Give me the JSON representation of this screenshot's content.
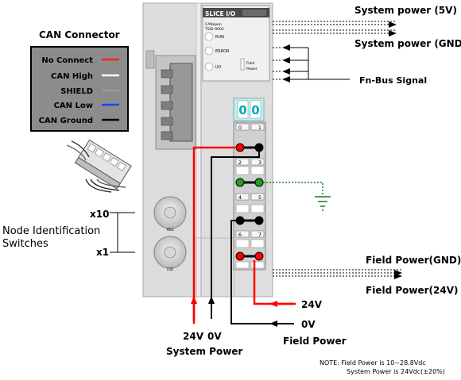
{
  "connector": {
    "title": "CAN Connector",
    "legend": [
      {
        "label": "No Connect",
        "color": "#ff2020"
      },
      {
        "label": "CAN High",
        "color": "#ffffff"
      },
      {
        "label": "SHIELD",
        "color": "#9a9a9a"
      },
      {
        "label": "CAN Low",
        "color": "#2040ff"
      },
      {
        "label": "CAN Ground",
        "color": "#000000"
      }
    ]
  },
  "module": {
    "brand": "SLICE I/O",
    "model_line1": "CANopen",
    "model_line2": "TSIO-9002",
    "leds": [
      "RUN",
      "ERROR",
      "I/O"
    ],
    "field_power_line1": "Field",
    "field_power_line2": "Power",
    "display_digits": [
      "0",
      "0"
    ],
    "slot_numbers": [
      "0",
      "1",
      "2",
      "3",
      "4",
      "5",
      "6",
      "7"
    ],
    "switch_labels": [
      "MSD",
      "LSD"
    ]
  },
  "labels": {
    "system_power_5v": "System power (5V)",
    "system_power_gnd": "System power (GND)",
    "fn_bus": "Fn-Bus Signal",
    "field_power_gnd": "Field Power(GND)",
    "field_power_24v": "Field Power(24V)",
    "x10": "x10",
    "x1": "x1",
    "node_id_line1": "Node Identification",
    "node_id_line2": "Switches",
    "sys_24v": "24V",
    "sys_0v": "0V",
    "system_power": "System Power",
    "fp_24v": "24V",
    "fp_0v": "0V",
    "field_power": "Field Power",
    "note_line1": "NOTE:  Field Power is 10~28.8Vdc",
    "note_line2": "System Power is 24Vdc(±20%)"
  }
}
